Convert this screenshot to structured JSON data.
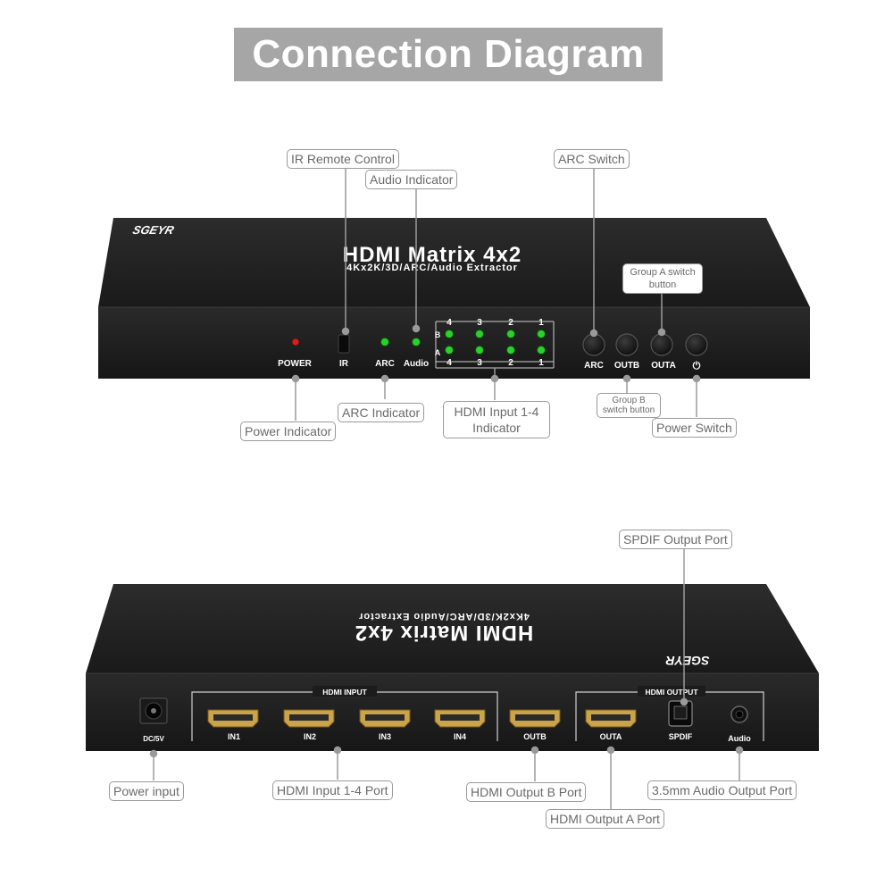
{
  "title": "Connection Diagram",
  "front_panel": {
    "brand": "SGEYR",
    "product_name": "HDMI Matrix 4x2",
    "product_subtitle": "4Kx2K/3D/ARC/Audio Extractor",
    "labels": {
      "power": "POWER",
      "ir": "IR",
      "arc": "ARC",
      "audio": "Audio",
      "row_b": "B",
      "row_a": "A",
      "btn_arc": "ARC",
      "btn_outb": "OUTB",
      "btn_outa": "OUTA",
      "btn_power_symbol": "⏻"
    },
    "input_numbers_top": [
      "4",
      "3",
      "2",
      "1"
    ],
    "input_numbers_bottom": [
      "4",
      "3",
      "2",
      "1"
    ],
    "colors": {
      "led_power": "#d42020",
      "led_green": "#2bd12b",
      "body": "#222222"
    }
  },
  "front_callouts": {
    "ir_remote": "IR Remote Control",
    "audio_indicator": "Audio Indicator",
    "arc_switch": "ARC Switch",
    "group_a": "Group A switch button",
    "arc_indicator": "ARC Indicator",
    "hdmi_input_indicator": "HDMI Input 1-4 Indicator",
    "group_b": "Group B switch button",
    "power_switch": "Power Switch",
    "power_indicator": "Power Indicator"
  },
  "rear_panel": {
    "brand": "SGEYR",
    "product_name": "HDMI Matrix 4x2",
    "product_subtitle": "4Kx2K/3D/ARC/Audio Extractor",
    "labels": {
      "dc": "DC/5V",
      "hdmi_input": "HDMI INPUT",
      "in1": "IN1",
      "in2": "IN2",
      "in3": "IN3",
      "in4": "IN4",
      "outb": "OUTB",
      "hdmi_output": "HDMI OUTPUT",
      "outa": "OUTA",
      "spdif": "SPDIF",
      "audio": "Audio"
    }
  },
  "rear_callouts": {
    "spdif_output": "SPDIF Output Port",
    "power_input": "Power input",
    "hdmi_input_port": "HDMI Input 1-4 Port",
    "hdmi_output_b": "HDMI Output B Port",
    "audio_output": "3.5mm Audio Output Port",
    "hdmi_output_a": "HDMI Output A Port"
  }
}
